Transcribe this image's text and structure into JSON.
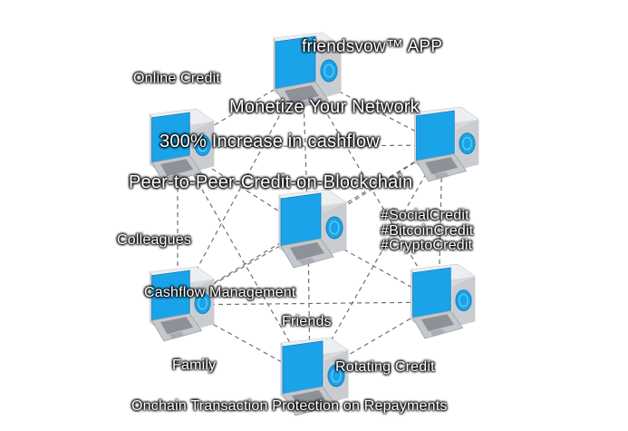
{
  "colors": {
    "screen": "#1aa3e8",
    "cube_side": "#d6d8dc",
    "cube_top": "#eceef0",
    "base": "#c4c7cc",
    "keyboard": "#8e9298",
    "line": "#707070"
  },
  "labels": {
    "app_title": "friendsvow™ APP",
    "online_credit": "Online Credit",
    "monetize": "Monetize Your Network",
    "cashflow_increase": "300% Increase in cashflow",
    "p2p_credit": "Peer-to-Peer-Credit-on-Blockchain",
    "social_credit": "#SocialCredit",
    "bitcoin_credit": "#BitcoinCredit",
    "crypto_credit": "#CryptoCredit",
    "colleagues": "Colleagues",
    "cashflow_mgmt": "Cashflow Management",
    "friends": "Friends",
    "family": "Family",
    "rotating_credit": "Rotating Credit",
    "onchain": "Onchain Transaction Protection on Repayments"
  }
}
